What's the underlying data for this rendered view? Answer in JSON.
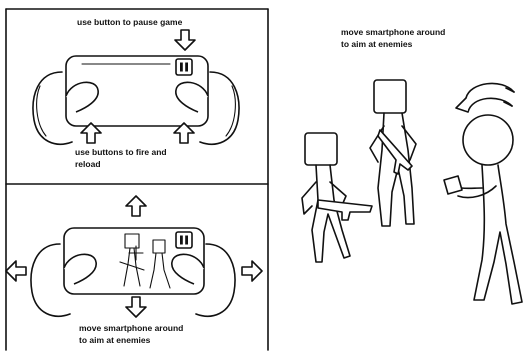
{
  "panel_top_left": {
    "caption_top": "use button to pause game",
    "caption_bottom": "use buttons to fire and\nreload"
  },
  "panel_bottom_left": {
    "caption_bottom": "move smartphone around\nto aim at enemies"
  },
  "panel_right": {
    "caption_top": "move smartphone around\nto aim at enemies"
  },
  "colors": {
    "ink": "#111111",
    "paper": "#ffffff"
  },
  "icons": [
    "pause-icon",
    "arrow-up-icon",
    "arrow-down-icon",
    "arrow-left-icon",
    "arrow-right-icon",
    "rotate-arrow-icon"
  ]
}
